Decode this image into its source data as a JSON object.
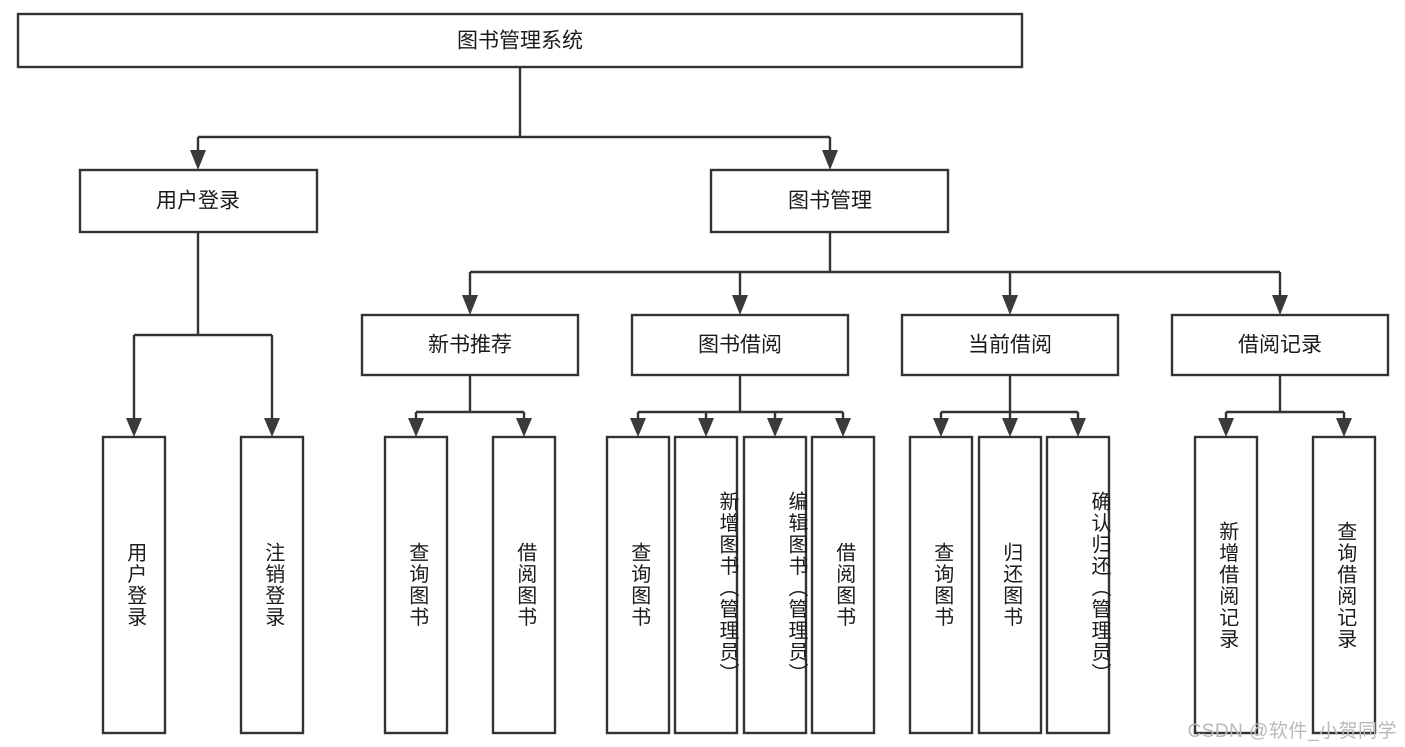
{
  "diagram": {
    "type": "tree",
    "title": "图书管理系统",
    "root": {
      "label": "图书管理系统"
    },
    "level2": [
      {
        "label": "用户登录"
      },
      {
        "label": "图书管理"
      }
    ],
    "level3": [
      {
        "label": "新书推荐"
      },
      {
        "label": "图书借阅"
      },
      {
        "label": "当前借阅"
      },
      {
        "label": "借阅记录"
      }
    ],
    "leaves": {
      "user_login": [
        {
          "label": "用户登录"
        },
        {
          "label": "注销登录"
        }
      ],
      "new_book_recommend": [
        {
          "label": "查询图书"
        },
        {
          "label": "借阅图书"
        }
      ],
      "book_borrow": [
        {
          "label": "查询图书"
        },
        {
          "label": "新增图书（管理员）"
        },
        {
          "label": "编辑图书（管理员）"
        },
        {
          "label": "借阅图书"
        }
      ],
      "current_borrow": [
        {
          "label": "查询图书"
        },
        {
          "label": "归还图书"
        },
        {
          "label": "确认归还（管理员）"
        }
      ],
      "borrow_record": [
        {
          "label": "新增借阅记录"
        },
        {
          "label": "查询借阅记录"
        }
      ]
    }
  },
  "watermark": {
    "text": "CSDN @软件_小贺同学"
  },
  "colors": {
    "box_stroke": "#333333",
    "connector": "#333333",
    "text": "#1b1b1b",
    "background": "#ffffff",
    "watermark": "#b9b9b9"
  }
}
